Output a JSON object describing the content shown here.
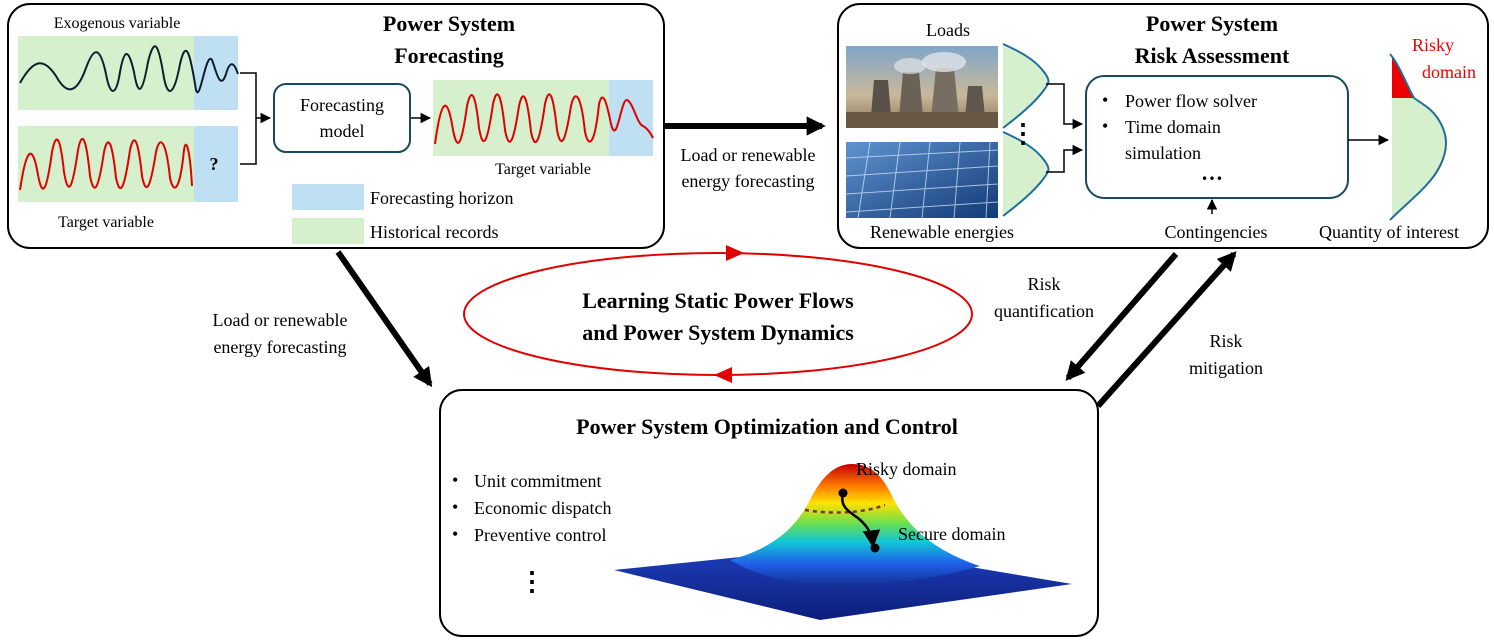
{
  "forecasting": {
    "title_line1": "Power System",
    "title_line2": "Forecasting",
    "exogenous_label": "Exogenous variable",
    "target_label_left": "Target variable",
    "unknown_mark": "?",
    "model_line1": "Forecasting",
    "model_line2": "model",
    "target_label_right": "Target variable",
    "legend_horizon": "Forecasting horizon",
    "legend_history": "Historical records"
  },
  "risk": {
    "title_line1": "Power System",
    "title_line2": "Risk Assessment",
    "loads_label": "Loads",
    "renewables_label": "Renewable energies",
    "solver_item1": "Power flow solver",
    "solver_item2_line1": "Time domain",
    "solver_item2_line2": "simulation",
    "ellipsis": "…",
    "vertical_ellipsis": "⋮",
    "contingencies_label": "Contingencies",
    "risky_line1": "Risky",
    "risky_line2": "domain",
    "qoi_label": "Quantity of interest"
  },
  "arrows": {
    "forecast_to_risk_line1": "Load or renewable",
    "forecast_to_risk_line2": "energy forecasting",
    "forecast_to_opt_line1": "Load or renewable",
    "forecast_to_opt_line2": "energy forecasting",
    "risk_quant_line1": "Risk",
    "risk_quant_line2": "quantification",
    "risk_mit_line1": "Risk",
    "risk_mit_line2": "mitigation"
  },
  "center": {
    "line1": "Learning Static Power Flows",
    "line2": "and Power System Dynamics"
  },
  "optimization": {
    "title": "Power System Optimization and Control",
    "items": [
      "Unit commitment",
      "Economic dispatch",
      "Preventive control"
    ],
    "vertical_ellipsis": "⋮",
    "risky_label": "Risky domain",
    "secure_label": "Secure domain"
  },
  "colors": {
    "green_region": "#d6efcc",
    "blue_region": "#bfe0f2",
    "dark_curve": "#0d1f2d",
    "red_curve": "#e00000",
    "teal": "#1a4a5e",
    "dist_curve": "#1f6f9e",
    "risky_red": "#ee0000",
    "cycle_red": "#e00000"
  }
}
